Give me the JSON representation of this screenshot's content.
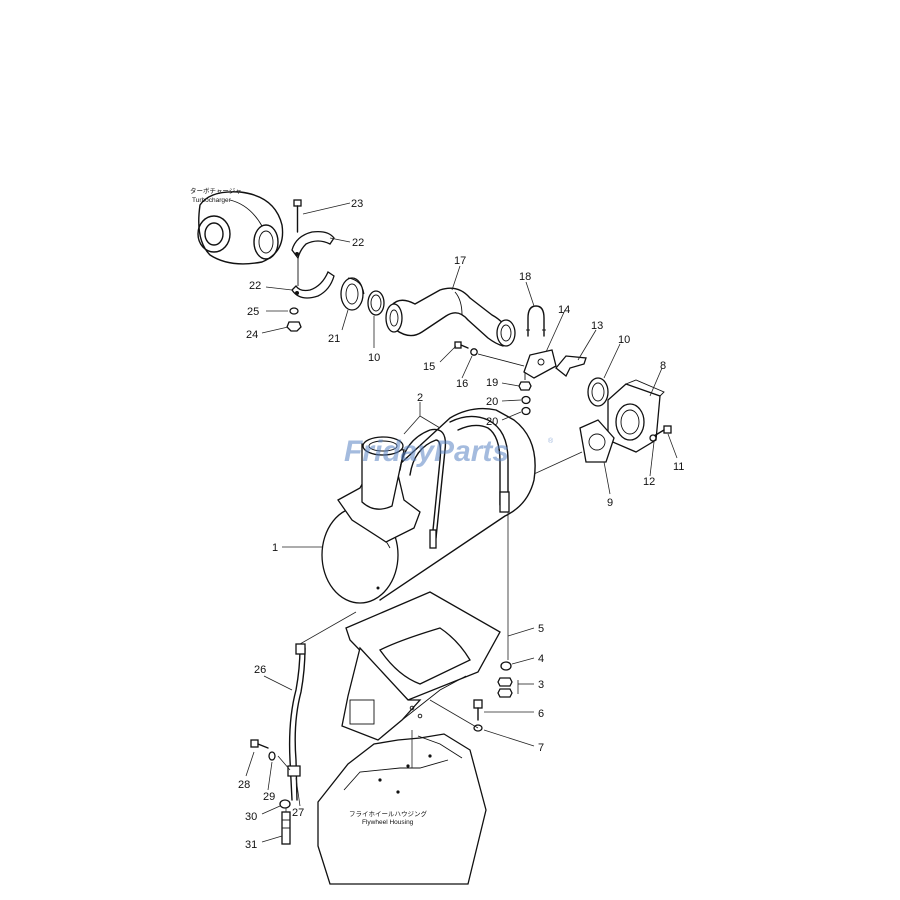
{
  "watermark": {
    "text_a": "Friday",
    "text_b": "Parts",
    "reg": "®"
  },
  "captions": {
    "turbocharger_jp": "ターボチャージャ",
    "turbocharger_en": "Turbocharger",
    "flywheel_jp": "フライホイールハウジング",
    "flywheel_en": "Flywheel Housing"
  },
  "callouts": {
    "p1": "1",
    "p2": "2",
    "p3": "3",
    "p4": "4",
    "p5": "5",
    "p6": "6",
    "p7": "7",
    "p8": "8",
    "p9": "9",
    "p10a": "10",
    "p10b": "10",
    "p11": "11",
    "p12": "12",
    "p13": "13",
    "p14": "14",
    "p15": "15",
    "p16": "16",
    "p17": "17",
    "p18": "18",
    "p19": "19",
    "p20a": "20",
    "p20b": "20",
    "p21": "21",
    "p22a": "22",
    "p22b": "22",
    "p23": "23",
    "p24": "24",
    "p25": "25",
    "p26": "26",
    "p27": "27",
    "p28": "28",
    "p29": "29",
    "p30": "30",
    "p31": "31"
  }
}
